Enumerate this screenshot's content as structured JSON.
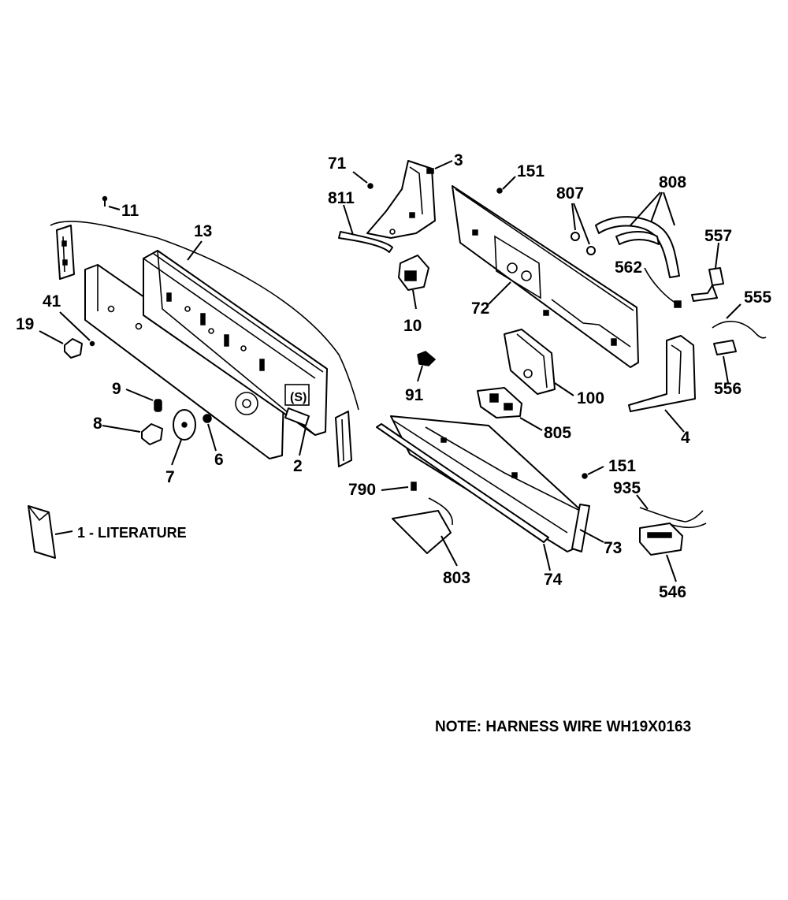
{
  "note": "NOTE: HARNESS WIRE WH19X0163",
  "literature_label": "1 - LITERATURE",
  "callouts": {
    "c11": "11",
    "c13": "13",
    "c41": "41",
    "c19": "19",
    "c9": "9",
    "c8": "8",
    "c7": "7",
    "c6": "6",
    "c2": "2",
    "c71": "71",
    "c3": "3",
    "c811": "811",
    "c10": "10",
    "c91": "91",
    "c151a": "151",
    "c807": "807",
    "c808": "808",
    "c557": "557",
    "c562": "562",
    "c555": "555",
    "c72": "72",
    "c100": "100",
    "c556": "556",
    "c805": "805",
    "c4": "4",
    "c151b": "151",
    "c935": "935",
    "c790": "790",
    "c73": "73",
    "c546": "546",
    "c803": "803",
    "c74": "74"
  }
}
